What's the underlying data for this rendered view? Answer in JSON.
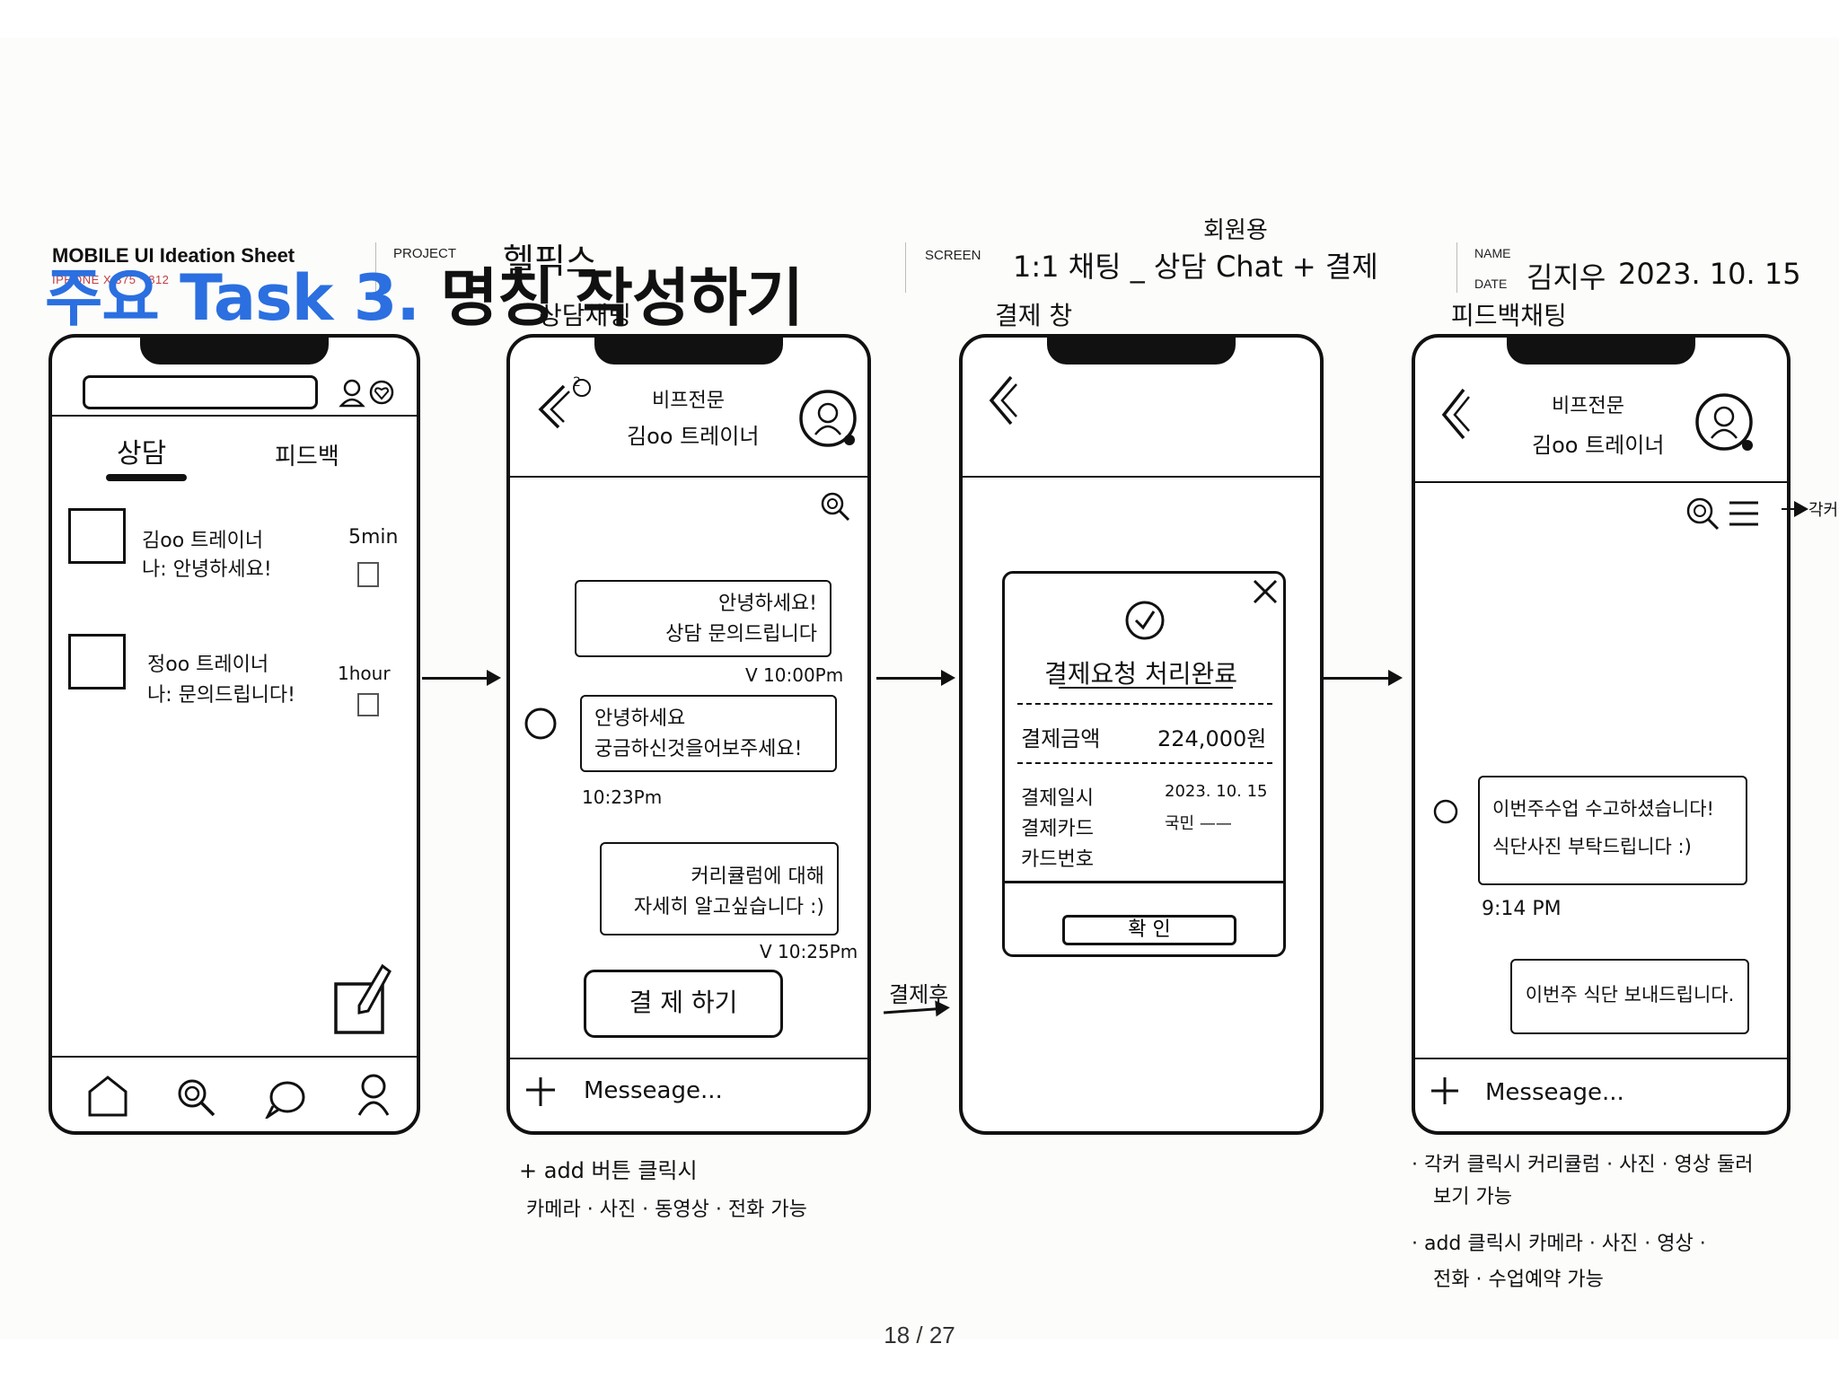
{
  "sheet": {
    "title": "MOBILE UI Ideation Sheet",
    "device": "IPHONE X 375 * 812",
    "project_label": "PROJECT",
    "project_value": "헬픽스",
    "screen_label": "SCREEN",
    "screen_value": "1:1 채팅 _ 상담 Chat + 결제",
    "screen_annotation": "회원용",
    "name_label": "NAME",
    "name_value": "김지우",
    "date_label": "DATE",
    "date_value": "2023. 10. 15"
  },
  "overlay": {
    "prefix": "주요 Task 3.",
    "title": "명칭 작성하기"
  },
  "screen_captions": {
    "screen2": "상담채팅",
    "screen3": "결제 창",
    "screen4": "피드백채팅"
  },
  "screen1": {
    "tabs": [
      "상담",
      "피드백"
    ],
    "chats": [
      {
        "name": "김oo 트레이너",
        "preview": "나: 안녕하세요!",
        "time": "5min"
      },
      {
        "name": "정oo 트레이너",
        "preview": "나: 문의드립니다!",
        "time": "1hour"
      }
    ],
    "nav_icons": [
      "home-icon",
      "search-icon",
      "chat-icon",
      "profile-icon"
    ]
  },
  "screen2": {
    "header_line1": "비프전문",
    "header_line2": "김oo 트레이너",
    "badge": "2",
    "messages": [
      {
        "text1": "안녕하세요!",
        "text2": "상담 문의드립니다",
        "meta": "V 10:00Pm"
      },
      {
        "text1": "안녕하세요",
        "text2": "궁금하신것을어보주세요!",
        "meta": "10:23Pm"
      },
      {
        "text1": "커리큘럼에 대해",
        "text2": "자세히 알고싶습니다 :)",
        "meta": "V 10:25Pm"
      }
    ],
    "pay_button": "결 제 하기",
    "message_placeholder": "Messeage...",
    "side_note": "결제후"
  },
  "screen3": {
    "modal_title": "결제요청 처리완료",
    "amount_label": "결제금액",
    "amount_value": "224,000원",
    "date_label": "결제일시",
    "date_value": "2023. 10. 15",
    "method_label": "결제카드",
    "method_value": "국민 ——",
    "card_label": "카드번호",
    "confirm": "확 인"
  },
  "screen4": {
    "header_line1": "비프전문",
    "header_line2": "김oo 트레이너",
    "side_note": "각커",
    "messages": [
      {
        "text1": "이번주수업 수고하셨습니다!",
        "text2": "식단사진 부탁드립니다 :)",
        "meta": "9:14 PM"
      },
      {
        "text1": "이번주 식단 보내드립니다.",
        "text2": "",
        "meta": ""
      }
    ],
    "message_placeholder": "Messeage..."
  },
  "notes": {
    "under2_line1": "+ add 버튼 클릭시",
    "under2_line2": "카메라 · 사진 · 동영상 · 전화 가능",
    "under4_line1": "· 각커 클릭시 커리큘럼 · 사진 · 영상 둘러",
    "under4_line2": "보기 가능",
    "under4_line3": "· add 클릭시 카메라 · 사진 · 영상 ·",
    "under4_line4": "전화 · 수업예약 가능"
  },
  "page": "18 / 27"
}
